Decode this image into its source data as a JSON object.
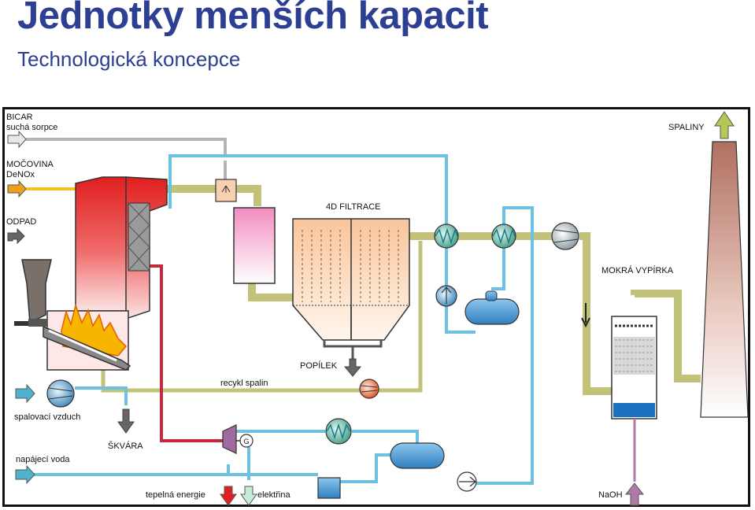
{
  "header": {
    "title": "Jednotky menších kapacit",
    "subtitle": "Technologická koncepce"
  },
  "diagram": {
    "labels": {
      "bicar": "BICAR",
      "dry_sorption": "suchá sorpce",
      "urea": "MOČOVINA",
      "denox": "DeNOx",
      "waste": "ODPAD",
      "flue_gas": "SPALINY",
      "filtration": "4D FILTRACE",
      "wet_scrubber": "MOKRÁ VYPÍRKA",
      "fly_ash": "POPÍLEK",
      "flue_gas_recycle": "recykl spalin",
      "combustion_air": "spalovací vzduch",
      "slag": "ŠKVÁRA",
      "feed_water": "napájecí voda",
      "heat_energy": "tepelná energie",
      "electricity": "elektřina",
      "naoh": "NaOH",
      "generator": "G"
    },
    "colors": {
      "title": "#2d3f92",
      "flue_duct": "#c2c27a",
      "water_line": "#6cc0e0",
      "grey_line": "#b4b4b4",
      "reagent_line": "#f2c21e",
      "steam_line": "#c42a3c",
      "boiler_red": "#e02a2a",
      "stack": "#b87766",
      "arrow_grey": "#666666",
      "arrow_cyan": "#4fb3cf",
      "arrow_orange": "#f0a020",
      "arrow_green": "#b4c85a",
      "tank_blue": "#3f8fd0"
    }
  }
}
